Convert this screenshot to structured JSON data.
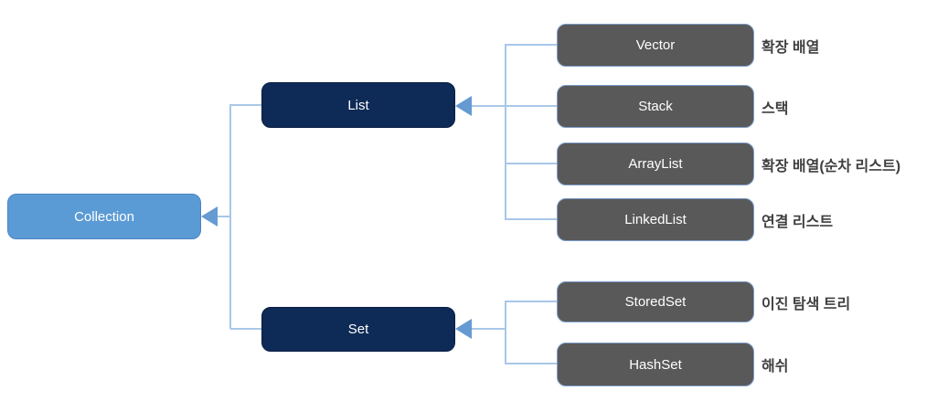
{
  "tree": {
    "root": {
      "label": "Collection"
    },
    "groups": [
      {
        "parent": {
          "label": "List"
        },
        "children": [
          {
            "label": "Vector",
            "note": "확장 배열"
          },
          {
            "label": "Stack",
            "note": "스택"
          },
          {
            "label": "ArrayList",
            "note": "확장 배열(순차 리스트)"
          },
          {
            "label": "LinkedList",
            "note": "연결 리스트"
          }
        ]
      },
      {
        "parent": {
          "label": "Set"
        },
        "children": [
          {
            "label": "StoredSet",
            "note": "이진 탐색 트리"
          },
          {
            "label": "HashSet",
            "note": "해쉬"
          }
        ]
      }
    ]
  },
  "colors": {
    "root_fill": "#5B9BD5",
    "root_border": "#4A84C4",
    "parent_fill": "#0E2A56",
    "parent_border": "#0A1F42",
    "child_fill": "#595959",
    "child_border": "#7C9CC9",
    "connector": "#A8C7E8",
    "arrow": "#659AD2",
    "note_text": "#3F3F3F",
    "box_text": "#FFFFFF"
  }
}
